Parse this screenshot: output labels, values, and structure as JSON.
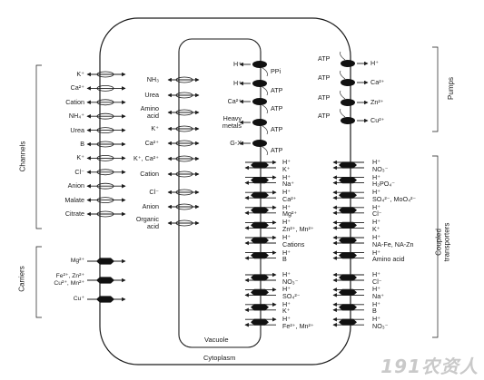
{
  "sections": {
    "channels": "Channels",
    "carriers": "Carriers",
    "pumps": "Pumps",
    "coupled": "Coupled\ntransporters"
  },
  "compartments": {
    "vacuole": "Vacuole",
    "cytoplasm": "Cytoplasm"
  },
  "channels_pm": [
    "K⁺",
    "Ca²⁺",
    "Cation",
    "NH₄⁺",
    "Urea",
    "B",
    "K⁺",
    "Cl⁻",
    "Anion",
    "Malate",
    "Citrate"
  ],
  "carriers_pm": [
    "Mg²⁺",
    "Fe²⁺, Zn²⁺\nCu²⁺, Mn²⁺",
    "Cu⁺"
  ],
  "channels_vac": [
    "NH₃",
    "Urea",
    "Amino\nacid",
    "K⁺",
    "Ca²⁺",
    "K⁺, Ca²⁺",
    "Cation",
    "Cl⁻",
    "Anion",
    "Organic\nacid"
  ],
  "pumps_vac": [
    {
      "ion": "H⁺",
      "energy": "PPi"
    },
    {
      "ion": "H⁺",
      "energy": "ATP"
    },
    {
      "ion": "Ca²⁺",
      "energy": "ATP"
    },
    {
      "ion": "Heavy\nmetals",
      "energy": "ATP"
    },
    {
      "ion": "G-X",
      "energy": "ATP"
    }
  ],
  "pumps_pm": [
    "H⁺",
    "Ca²⁺",
    "Zn²⁺",
    "Cu²⁺"
  ],
  "pump_energy_pm": "ATP",
  "coupled_vac": [
    [
      "H⁺",
      "K⁺"
    ],
    [
      "H⁺",
      "Na⁺"
    ],
    [
      "H⁺",
      "Ca²⁺"
    ],
    [
      "H⁺",
      "Mg²⁺"
    ],
    [
      "H⁺",
      "Zn²⁺, Mn²⁺"
    ],
    [
      "H⁺",
      "Cations"
    ],
    [
      "H⁺",
      "B"
    ]
  ],
  "coupled_pm": [
    [
      "H⁺",
      "NO₃⁻"
    ],
    [
      "H⁺",
      "H₂PO₄⁻"
    ],
    [
      "H⁺",
      "SO₄²⁻, MoO₄²⁻"
    ],
    [
      "H⁺",
      "Cl⁻"
    ],
    [
      "H⁺",
      "K⁺"
    ],
    [
      "H⁺",
      "NA-Fe, NA-Zn"
    ],
    [
      "H⁺",
      "Amino acid"
    ]
  ],
  "bottom_vac": [
    [
      "H⁺",
      "NO₃⁻"
    ],
    [
      "H⁺",
      "SO₄²⁻"
    ],
    [
      "H⁺",
      "K⁺"
    ],
    [
      "H⁺",
      "Fe²⁺, Mn²⁺"
    ]
  ],
  "bottom_pm": [
    [
      "H⁺",
      "Cl⁻"
    ],
    [
      "H⁺",
      "Na⁺"
    ],
    [
      "H⁺",
      "B"
    ],
    [
      "H⁺",
      "NO₃⁻"
    ]
  ],
  "watermark": "191农资人",
  "colors": {
    "line": "#1a1a1a",
    "fill": "#111111",
    "bg": "#ffffff",
    "watermark": "#c9c9c9"
  }
}
